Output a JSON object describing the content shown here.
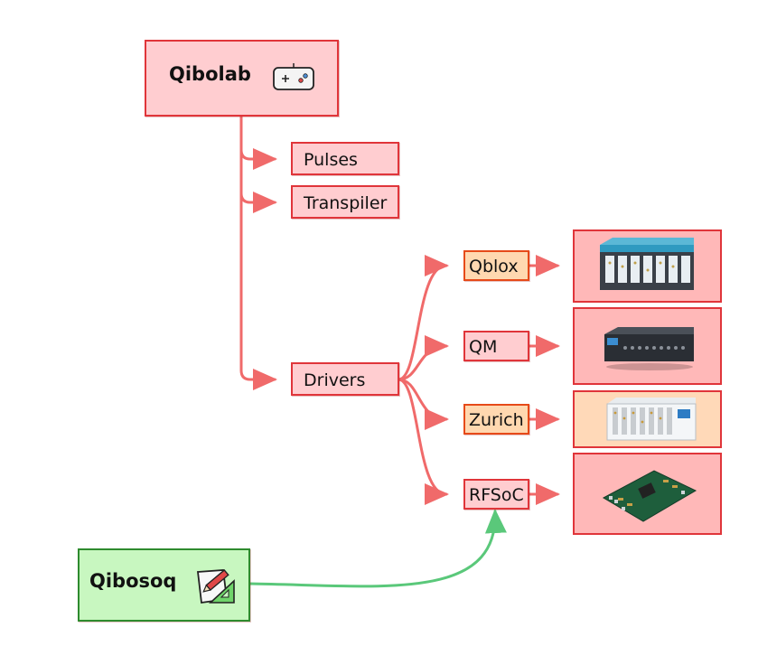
{
  "qibolab": {
    "title": "Qibolab",
    "icon": "gamepad-icon"
  },
  "modules": {
    "pulses": "Pulses",
    "transpiler": "Transpiler",
    "drivers": "Drivers"
  },
  "drivers": {
    "qblox": "Qblox",
    "qm": "QM",
    "zurich": "Zurich",
    "rfsoc": "RFSoC"
  },
  "qibosoq": {
    "title": "Qibosoq",
    "icon": "pencil-ruler-icon"
  },
  "colors": {
    "qibolab_fill": "#ffcdd0",
    "qibolab_border": "#e0353a",
    "arrow_red": "#f06a6a",
    "arrow_green": "#5ac87a",
    "qibosoq_fill": "#c8f7c0",
    "orange_fill": "#ffd8b0"
  },
  "devices": [
    {
      "name": "qblox-rack-image",
      "panel": "pink"
    },
    {
      "name": "qm-box-image",
      "panel": "pink"
    },
    {
      "name": "zurich-chassis-image",
      "panel": "peach"
    },
    {
      "name": "rfsoc-board-image",
      "panel": "pink"
    }
  ]
}
